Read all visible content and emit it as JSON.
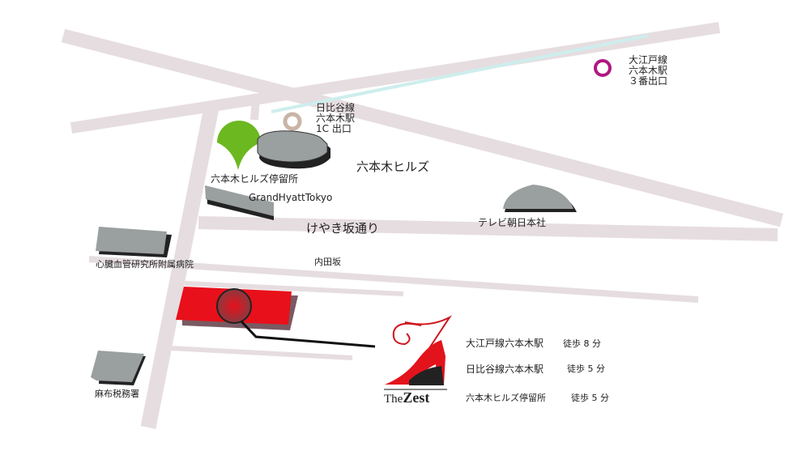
{
  "labels": {
    "oedo_exit_line1": "大江戸線",
    "oedo_exit_line2": "六本木駅",
    "oedo_exit_line3": "３番出口",
    "hibiya_exit_line1": "日比谷線",
    "hibiya_exit_line2": "六本木駅",
    "hibiya_exit_line3": "1C 出口",
    "roppongi_hills": "六本木ヒルズ",
    "hills_bus_stop": "六本木ヒルズ停留所",
    "grand_hyatt": "GrandHyattTokyo",
    "keyakizaka": "けやき坂通り",
    "tv_asahi": "テレビ朝日本社",
    "hospital": "心臓血管研究所附属病院",
    "uchidazaka": "内田坂",
    "tax_office": "麻布税務署"
  },
  "logo": {
    "text_the": "The",
    "text_zest": "Zest"
  },
  "access": [
    {
      "station": "大江戸線六本木駅",
      "time": "徒歩 8 分"
    },
    {
      "station": "日比谷線六本木駅",
      "time": "徒歩 5 分"
    },
    {
      "station": "六本木ヒルズ停留所",
      "time": "徒歩 5 分"
    }
  ],
  "colors": {
    "road": "#e6dde0",
    "building": "#9a9fa0",
    "target": "#e8101a",
    "oedo": "#b0177f",
    "hibiya": "#c9b4a6",
    "bus": "#6cb820"
  }
}
